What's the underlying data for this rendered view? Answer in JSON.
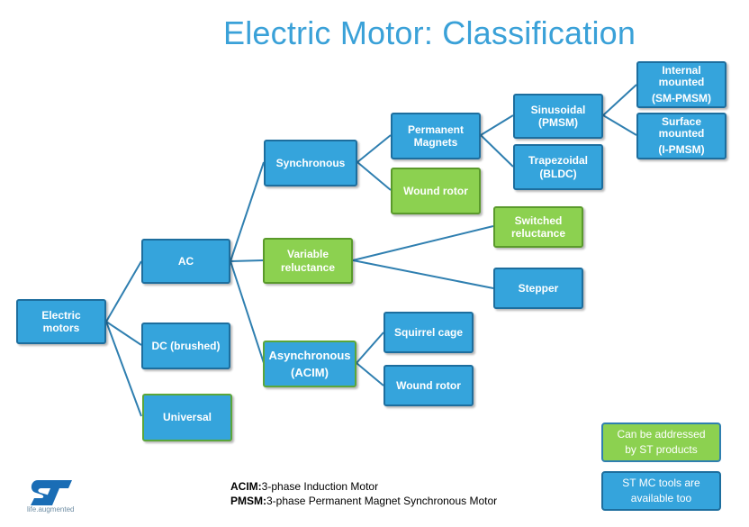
{
  "title": "Electric Motor: Classification",
  "nodes": {
    "electric": "Electric motors",
    "ac": "AC",
    "dc": "DC (brushed)",
    "universal": "Universal",
    "synchronous": "Synchronous",
    "variable": "Variable reluctance",
    "asynchronous": "Asynchronous (ACIM)",
    "permanent": "Permanent Magnets",
    "wound1": "Wound rotor",
    "switched": "Switched reluctance",
    "stepper": "Stepper",
    "squirrel": "Squirrel cage",
    "wound2": "Wound rotor",
    "sinusoidal_1": "Sinusoidal",
    "sinusoidal_2": "(PMSM)",
    "trapezoidal_1": "Trapezoidal",
    "trapezoidal_2": "(BLDC)",
    "internal_1": "Internal mounted",
    "internal_2": "(SM-PMSM)",
    "surface_1": "Surface mounted",
    "surface_2": "(I-PMSM)"
  },
  "legend": {
    "green_1": "Can be addressed",
    "green_2": "by ST products",
    "blue_1": "ST MC tools are",
    "blue_2": "available too"
  },
  "footnotes": {
    "acim_abbr": "ACIM:",
    "acim_text": "3-phase Induction Motor",
    "pmsm_abbr": "PMSM:",
    "pmsm_text": "3-phase Permanent Magnet Synchronous Motor"
  },
  "logo": {
    "tagline": "life.augmented"
  },
  "colors": {
    "title": "#3aa1d8",
    "node_blue": "#35a4dc",
    "node_green": "#8cd150",
    "connector": "#2f7fb0"
  }
}
